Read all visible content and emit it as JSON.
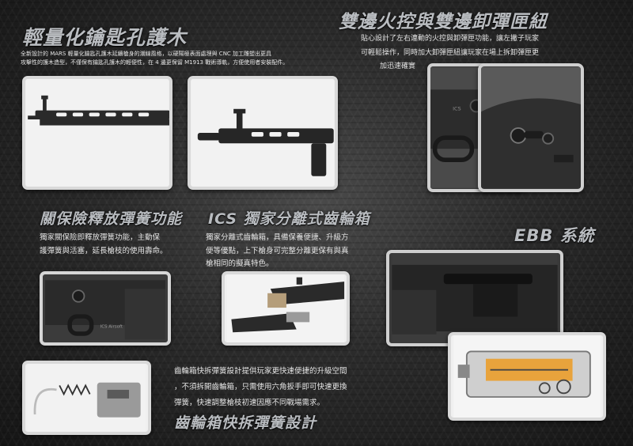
{
  "section_handguard": {
    "title": "輕量化鑰匙孔護木",
    "desc_line1": "全新設計的 MARS 輕量化鑰匙孔護木延續槍身的潮線風格，以硬陽極表面處理與 CNC 加工雕塑出更具",
    "desc_line2": "攻擊性的護木造型，不僅保有鑰匙孔護木的輕便性，在 4 邊更保留 M1913 戰術導軌，方便使用者安裝配件。"
  },
  "section_ambi": {
    "title": "雙邊火控與雙邊卸彈匣紐",
    "desc_line1": "貼心設計了左右連動的火控與卸彈匣功能，讓左撇子玩家",
    "desc_line2": "可輕鬆操作，同時加大卸彈匣紐讓玩家在場上拆卸彈匣更",
    "desc_line3": "加迅速確實"
  },
  "section_spring": {
    "title": "關保險釋放彈簧功能",
    "desc_line1": "獨家關保險即釋放彈簧功能，主動保",
    "desc_line2": "護彈簧與活塞，延長槍枝的使用壽命。"
  },
  "section_gearbox": {
    "title": "ICS 獨家分離式齒輪箱",
    "desc_line1": "獨家分離式齒輪箱，具備保養便捷、升級方",
    "desc_line2": "便等優點，上下槍身可完整分離更保有與真",
    "desc_line3": "槍相同的擬真特色。"
  },
  "section_ebb": {
    "title": "EBB 系統"
  },
  "section_quickspring": {
    "title": "齒輪箱快拆彈簧設計",
    "desc_line1": "齒輪箱快拆彈簧設計提供玩家更快速便捷的升級空間",
    "desc_line2": "，不須拆開齒輪箱，只需使用六角扳手即可快速更換",
    "desc_line3": "彈簧，快速調整槍枝初速因應不同戰場需求。"
  },
  "photo_labels": {
    "receiver_marking": "ICS Airsoft",
    "ambi_marking": "ICS"
  },
  "colors": {
    "heading": "#b9bcc0",
    "text": "#e4e4e4",
    "gearbox_orange": "#e8a33c"
  }
}
